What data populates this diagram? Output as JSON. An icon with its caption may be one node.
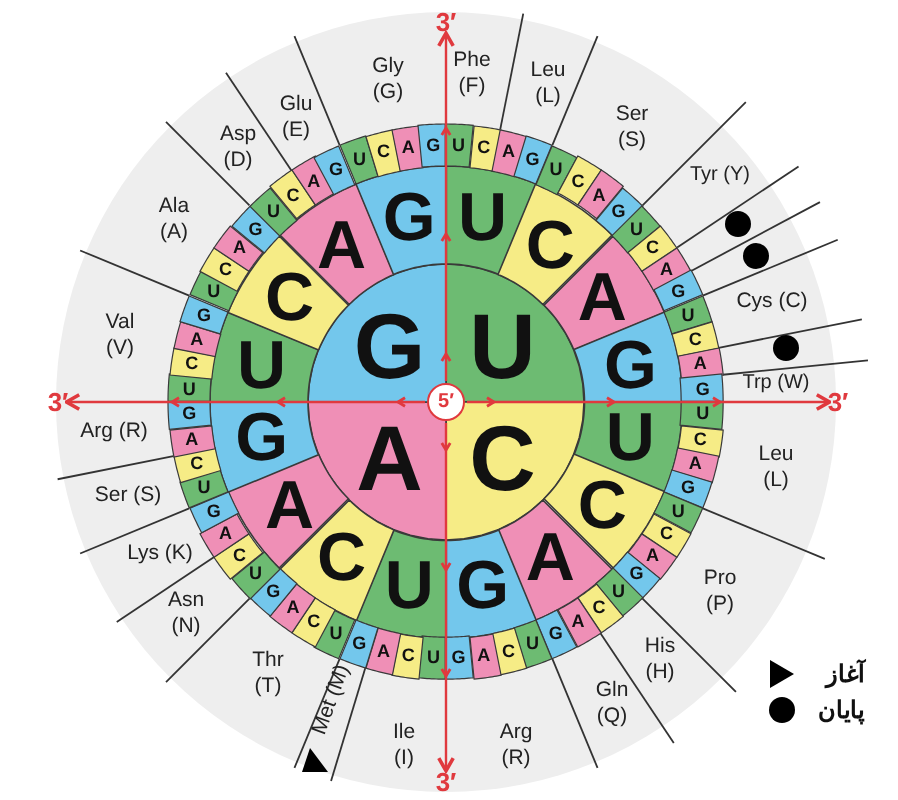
{
  "diagram": {
    "nodes": [
      {
        "text": [
          "U"
        ]
      },
      {
        "text": [
          "C"
        ]
      },
      {
        "text": [
          "A"
        ]
      },
      {
        "text": [
          "G"
        ]
      },
      {
        "text": [
          "U"
        ]
      },
      {
        "text": [
          "C"
        ]
      },
      {
        "text": [
          "A"
        ]
      },
      {
        "text": [
          "G"
        ]
      },
      {
        "text": [
          "U"
        ]
      },
      {
        "text": [
          "C"
        ]
      },
      {
        "text": [
          "A"
        ]
      },
      {
        "text": [
          "G"
        ]
      },
      {
        "text": [
          "U"
        ]
      },
      {
        "text": [
          "C"
        ]
      },
      {
        "text": [
          "A"
        ]
      },
      {
        "text": [
          "G"
        ]
      },
      {
        "text": [
          "U"
        ]
      },
      {
        "text": [
          "C"
        ]
      },
      {
        "text": [
          "A"
        ]
      },
      {
        "text": [
          "G"
        ]
      },
      {
        "text": [
          "U"
        ]
      },
      {
        "text": [
          "C"
        ]
      },
      {
        "text": [
          "A"
        ]
      },
      {
        "text": [
          "G"
        ]
      },
      {
        "text": [
          "U"
        ]
      },
      {
        "text": [
          "C"
        ]
      },
      {
        "text": [
          "A"
        ]
      },
      {
        "text": [
          "G"
        ]
      },
      {
        "text": [
          "U"
        ]
      },
      {
        "text": [
          "C"
        ]
      },
      {
        "text": [
          "A"
        ]
      },
      {
        "text": [
          "G"
        ]
      },
      {
        "text": [
          "U"
        ]
      },
      {
        "text": [
          "C"
        ]
      },
      {
        "text": [
          "A"
        ]
      },
      {
        "text": [
          "G"
        ]
      },
      {
        "text": [
          "U"
        ]
      },
      {
        "text": [
          "C"
        ]
      },
      {
        "text": [
          "A"
        ]
      },
      {
        "text": [
          "G"
        ]
      },
      {
        "text": [
          "U"
        ]
      },
      {
        "text": [
          "C"
        ]
      },
      {
        "text": [
          "A"
        ]
      },
      {
        "text": [
          "G"
        ]
      },
      {
        "text": [
          "U"
        ]
      },
      {
        "text": [
          "C"
        ]
      },
      {
        "text": [
          "A"
        ]
      },
      {
        "text": [
          "G"
        ]
      },
      {
        "text": [
          "U"
        ]
      },
      {
        "text": [
          "C"
        ]
      },
      {
        "text": [
          "A"
        ]
      },
      {
        "text": [
          "G"
        ]
      },
      {
        "text": [
          "U"
        ]
      },
      {
        "text": [
          "C"
        ]
      },
      {
        "text": [
          "A"
        ]
      },
      {
        "text": [
          "G"
        ]
      },
      {
        "text": [
          "U"
        ]
      },
      {
        "text": [
          "C"
        ]
      },
      {
        "text": [
          "A"
        ]
      },
      {
        "text": [
          "G"
        ]
      },
      {
        "text": [
          "U"
        ]
      },
      {
        "text": [
          "C"
        ]
      },
      {
        "text": [
          "A"
        ]
      },
      {
        "text": [
          "G"
        ]
      },
      {
        "text": [
          "U"
        ]
      },
      {
        "text": [
          "C"
        ]
      },
      {
        "text": [
          "A"
        ]
      },
      {
        "text": [
          "G"
        ]
      },
      {
        "text": [
          "U"
        ]
      },
      {
        "text": [
          "C"
        ]
      },
      {
        "text": [
          "A"
        ]
      },
      {
        "text": [
          "G"
        ]
      },
      {
        "text": [
          "U"
        ]
      },
      {
        "text": [
          "C"
        ]
      },
      {
        "text": [
          "A"
        ]
      },
      {
        "text": [
          "G"
        ]
      },
      {
        "text": [
          "U"
        ]
      },
      {
        "text": [
          "C"
        ]
      },
      {
        "text": [
          "A"
        ]
      },
      {
        "text": [
          "G"
        ]
      },
      {
        "text": [
          "U"
        ]
      },
      {
        "text": [
          "C"
        ]
      },
      {
        "text": [
          "A"
        ]
      },
      {
        "text": [
          "G"
        ]
      },
      {
        "text": [
          "5′"
        ]
      },
      {
        "text": [
          "3′"
        ]
      },
      {
        "text": [
          "3′"
        ]
      },
      {
        "text": [
          "3′"
        ]
      },
      {
        "text": [
          "3′"
        ]
      }
    ],
    "edges": [
      {
        "from": 84,
        "to": 85,
        "arrow": "to"
      },
      {
        "from": 84,
        "to": 86,
        "arrow": "to"
      },
      {
        "from": 84,
        "to": 87,
        "arrow": "to"
      },
      {
        "from": 84,
        "to": 88,
        "arrow": "to"
      }
    ],
    "labels": [
      "Phe (F)",
      "Leu (L)",
      "Ser (S)",
      "Tyr (Y)",
      "Cys (C)",
      "Trp (W)",
      "Leu (L)",
      "Pro (P)",
      "His (H)",
      "Gln (Q)",
      "Arg (R)",
      "Ile (I)",
      "Met (M)",
      "Thr (T)",
      "Asn (N)",
      "Lys (K)",
      "Ser (S)",
      "Arg (R)",
      "Val (V)",
      "Ala (A)",
      "Asp (D)",
      "Glu (E)",
      "Gly (G)"
    ],
    "legend": [
      {
        "text": "آغاز"
      },
      {
        "text": "پایان"
      }
    ]
  }
}
